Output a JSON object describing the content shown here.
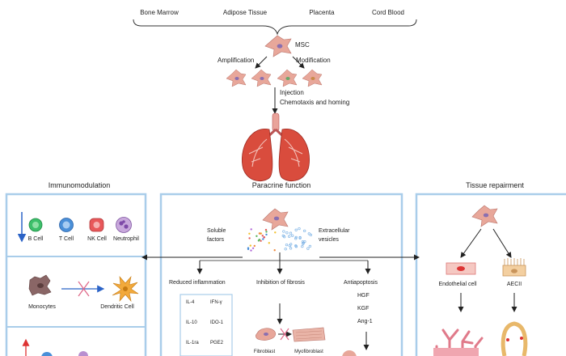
{
  "sources": [
    "Bone Marrow",
    "Adipose Tissue",
    "Placenta",
    "Cord Blood"
  ],
  "msc_label": "MSC",
  "amplification_label": "Amplification",
  "modification_label": "Modification",
  "injection_label": "Injection",
  "homing_label": "Chemotaxis and homing",
  "panels": {
    "immunomodulation": {
      "title": "Immunomodulation",
      "cells": [
        "B Cell",
        "T Cell",
        "NK Cell",
        "Neutrophil"
      ],
      "monocytes_label": "Monocytes",
      "dendritic_label": "Dendritic Cell"
    },
    "paracrine": {
      "title": "Paracrine  function",
      "soluble_label": "Soluble\nfactors",
      "vesicles_label": "Extracellular\nvesicles",
      "reduced_inflammation": "Reduced inflammation",
      "cytokines": [
        "IL-4",
        "IFN-γ",
        "IL-10",
        "IDO-1",
        "IL-1ra",
        "PGE2"
      ],
      "fibrosis_label": "Inhibition of fibrosis",
      "fibroblast_label": "Fibroblast",
      "myofibroblast_label": "Myofibroblast",
      "antiapoptosis_label": "Antiapoptosis",
      "antiapoptosis_factors": [
        "HGF",
        "KGF",
        "Ang-1"
      ]
    },
    "repair": {
      "title": "Tissue  repairment",
      "endothelial_label": "Endothelial cell",
      "aecii_label": "AECII"
    }
  },
  "colors": {
    "panel_border": "#a9cdea",
    "cell_pink": "#e8a79a",
    "lung_red": "#d94c3d",
    "b_cell": "#3dbf6a",
    "t_cell": "#4a8fd8",
    "nk_cell": "#e8585a",
    "neutrophil": "#9b6bb5",
    "dendritic": "#f2a93b",
    "arrow_blue": "#2b63c7"
  }
}
